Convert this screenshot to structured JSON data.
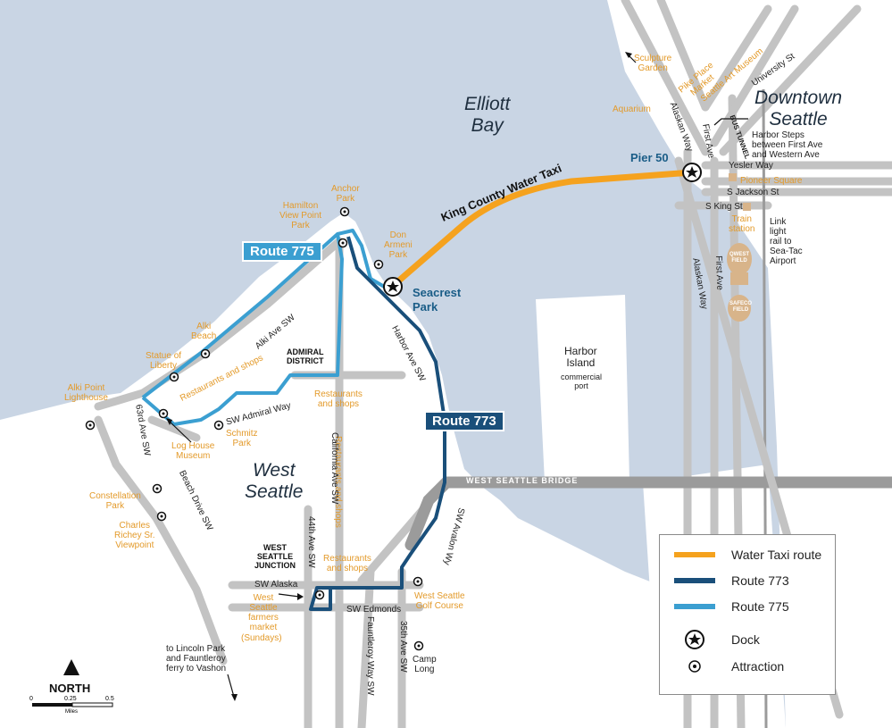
{
  "colors": {
    "water": "#c9d5e4",
    "land": "#ffffff",
    "road": "#c3c3c3",
    "highway": "#9b9b9b",
    "water_taxi": "#f5a21e",
    "route773": "#1a4f7a",
    "route775": "#3b9fd1",
    "accent_text": "#e39a2a"
  },
  "areas": {
    "elliott_bay": "Elliott\nBay",
    "downtown": "Downtown\nSeattle",
    "west_seattle": "West\nSeattle",
    "admiral": "ADMIRAL\nDISTRICT",
    "junction": "WEST\nSEATTLE\nJUNCTION",
    "harbor_island": "Harbor\nIsland",
    "harbor_island_sub": "commercial\nport"
  },
  "routes": {
    "water_taxi": "King County Water Taxi",
    "r773": "Route 773",
    "r775": "Route 775"
  },
  "docks": {
    "pier50": "Pier 50",
    "seacrest": "Seacrest\nPark"
  },
  "streets": {
    "alki_ave": "Alki Ave SW",
    "admiral_way": "SW Admiral Way",
    "harbor_ave": "Harbor Ave SW",
    "california": "California Ave SW",
    "ave63": "63rd Ave SW",
    "beach_drive": "Beach Drive SW",
    "ave44": "44th Ave SW",
    "alaska": "SW Alaska",
    "edmonds": "SW Edmonds",
    "fauntleroy": "Fauntleroy Way SW",
    "ave35": "35th Ave SW",
    "avalon": "SW Avalon Wy",
    "bridge": "WEST SEATTLE BRIDGE",
    "alaskan_way": "Alaskan Way",
    "alaskan_way2": "Alaskan Way",
    "first_ave": "First Ave",
    "first_ave2": "First Ave",
    "yesler": "Yesler Way",
    "jackson": "S Jackson St",
    "king": "S King St",
    "university": "University St",
    "bus_tunnel": "BUS TUNNEL"
  },
  "attractions": {
    "anchor_park": "Anchor\nPark",
    "hamilton": "Hamilton\nView Point\nPark",
    "don_armeni": "Don\nArmeni\nPark",
    "alki_beach": "Alki\nBeach",
    "statue": "Statue of\nLiberty",
    "alki_point": "Alki Point\nLighthouse",
    "log_house": "Log House\nMuseum",
    "schmitz": "Schmitz\nPark",
    "restaurants1": "Restaurants and shops",
    "restaurants2": "Restaurants\nand shops",
    "restaurants3": "Restaurants and shops",
    "restaurants4": "Restaurants\nand shops",
    "constellation": "Constellation\nPark",
    "charles_richey": "Charles\nRichey Sr.\nViewpoint",
    "farmers": "West\nSeattle\nfarmers\nmarket",
    "farmers_sun": "(Sundays)",
    "golf": "West Seattle\nGolf Course",
    "camp_long": "Camp\nLong",
    "sculpture": "Sculpture\nGarden",
    "pike": "Pike Place\nMarket",
    "sam": "Seattle Art Museum",
    "aquarium": "Aquarium",
    "pioneer": "Pioneer Square",
    "train": "Train\nstation"
  },
  "notes": {
    "harbor_steps": "Harbor Steps\nbetween First Ave\nand Western Ave",
    "link_rail": "Link\nlight\nrail to\nSea-Tac\nAirport",
    "lincoln": "to Lincoln Park\nand Fauntleroy\nferry to Vashon",
    "qwest": "QWEST\nFIELD",
    "safeco": "SAFECO\nFIELD"
  },
  "north": {
    "label": "NORTH",
    "scale_0": "0",
    "scale_025": "0.25",
    "scale_05": "0.5",
    "scale_unit": "Miles"
  },
  "legend": {
    "items": [
      {
        "label": "Water Taxi route",
        "kind": "line",
        "color": "#f5a21e"
      },
      {
        "label": "Route 773",
        "kind": "line",
        "color": "#1a4f7a"
      },
      {
        "label": "Route 775",
        "kind": "line",
        "color": "#3b9fd1"
      },
      {
        "label": "Dock",
        "kind": "dock-icon"
      },
      {
        "label": "Attraction",
        "kind": "attraction-icon"
      }
    ]
  }
}
